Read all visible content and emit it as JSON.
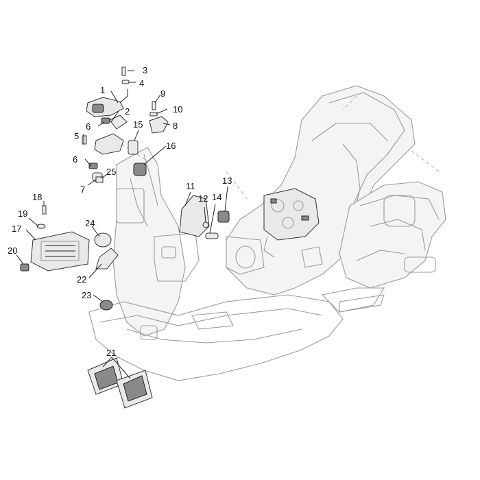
{
  "diagram": {
    "callouts": [
      "1",
      "2",
      "3",
      "4",
      "5",
      "6",
      "6",
      "7",
      "8",
      "9",
      "10",
      "11",
      "12",
      "13",
      "14",
      "15",
      "16",
      "17",
      "18",
      "19",
      "20",
      "21",
      "22",
      "23",
      "24",
      "25"
    ]
  }
}
